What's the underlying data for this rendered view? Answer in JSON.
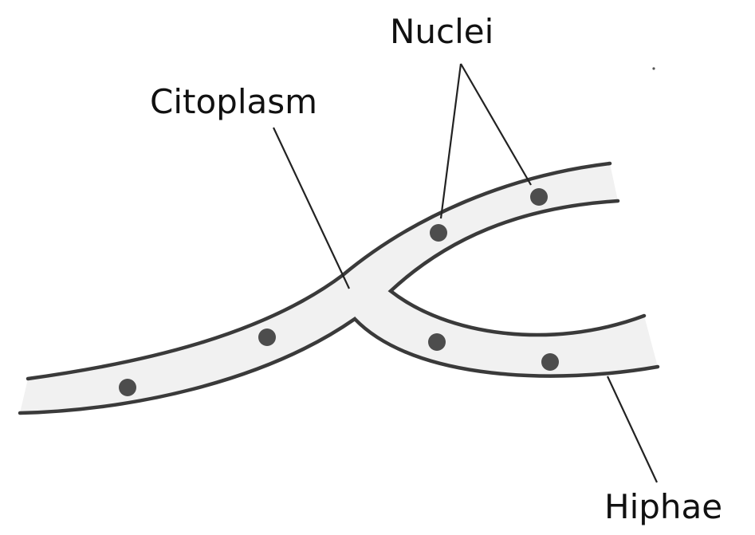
{
  "diagram": {
    "labels": {
      "nuclei": "Nuclei",
      "cytoplasm": "Citoplasm",
      "hyphae": "Hiphae"
    }
  }
}
